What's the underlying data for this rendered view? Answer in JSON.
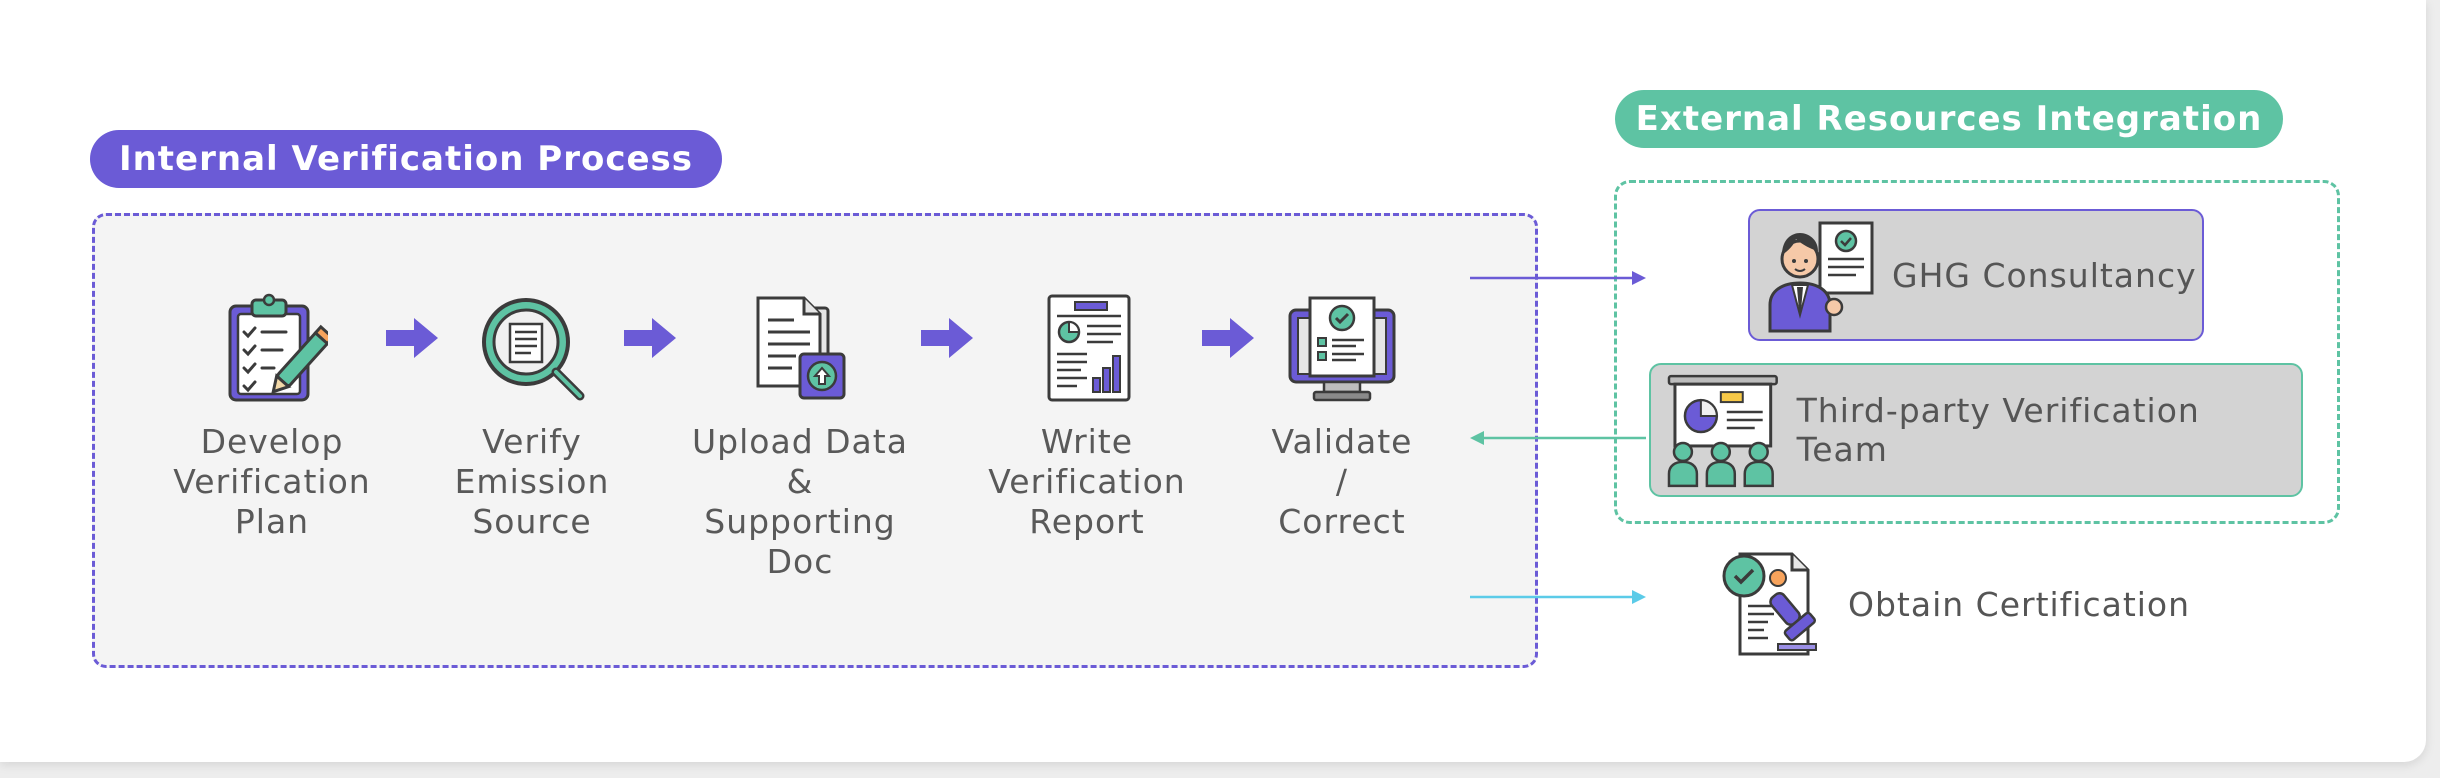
{
  "internal_title": "Internal Verification Process",
  "external_title": "External Resources Integration",
  "steps": [
    {
      "label": "Develop\nVerification\nPlan",
      "icon": "clipboard-checklist-icon"
    },
    {
      "label": "Verify\nEmission\nSource",
      "icon": "magnifier-document-icon"
    },
    {
      "label": "Upload Data\n&\nSupporting\nDoc",
      "icon": "upload-document-icon"
    },
    {
      "label": "Write\nVerification\nReport",
      "icon": "report-chart-icon"
    },
    {
      "label": "Validate\n/\nCorrect",
      "icon": "monitor-check-icon"
    }
  ],
  "external": {
    "ghg": "GHG Consultancy",
    "third_party": "Third-party Verification Team",
    "certification": "Obtain Certification"
  },
  "colors": {
    "internal_accent": "#6b5bd6",
    "external_accent": "#5ec3a3",
    "certification_arrow": "#5bcbe8",
    "panel_bg": "#f4f4f4"
  }
}
